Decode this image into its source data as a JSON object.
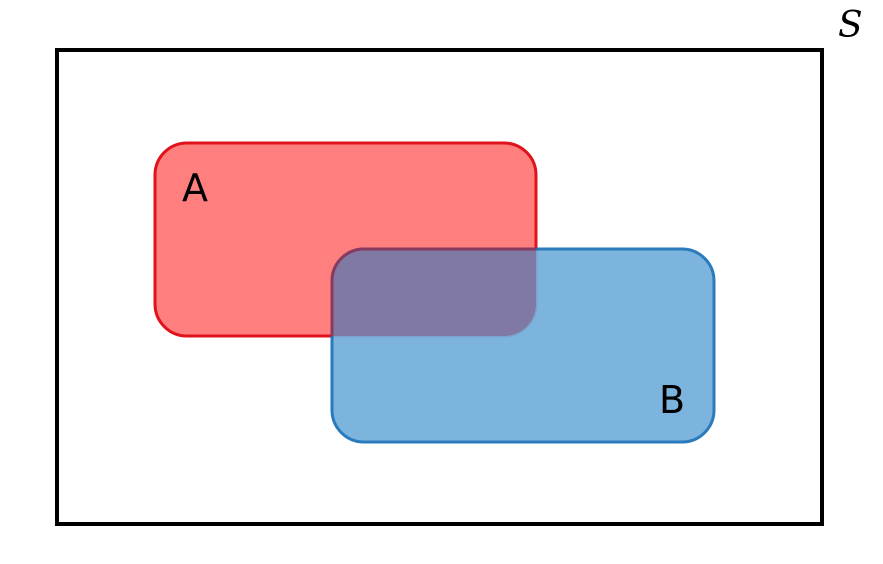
{
  "diagram": {
    "type": "venn",
    "sample_space_label": "S",
    "sets": [
      {
        "id": "A",
        "label": "A",
        "fill": "#ff7f7f",
        "stroke": "#e0121b"
      },
      {
        "id": "B",
        "label": "B",
        "fill": "#74afdb",
        "stroke": "#1a70b8"
      }
    ],
    "intersection_fill": "#8079a3"
  }
}
